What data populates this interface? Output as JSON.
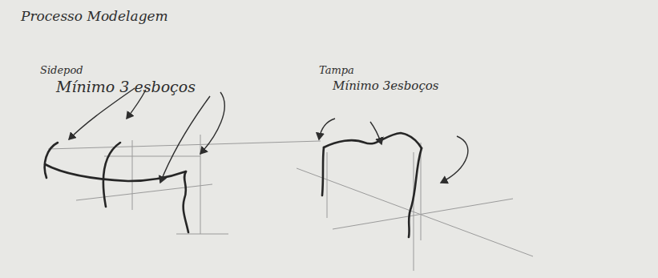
{
  "diagram": {
    "title": "Processo Modelagem",
    "labels": [
      "Sidepod",
      "Mínimo 3 esboços",
      "Tampa",
      "Mínimo 3esboços"
    ]
  }
}
